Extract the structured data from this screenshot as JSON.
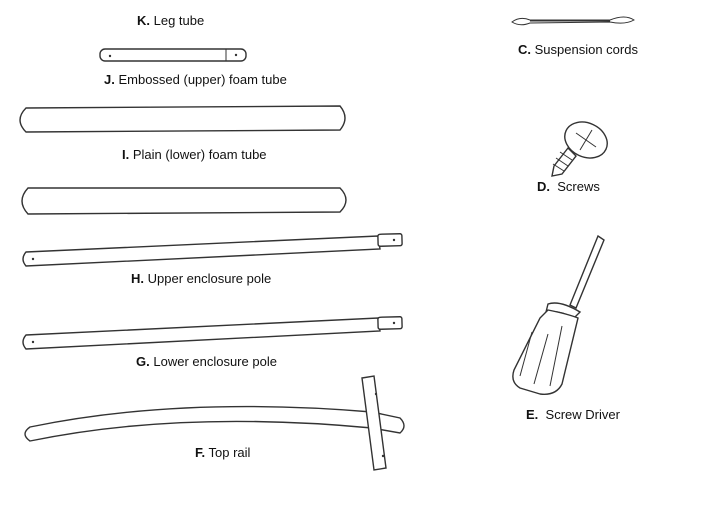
{
  "parts": [
    {
      "id": "K",
      "letter": "K.",
      "name": "Leg tube",
      "sep": " "
    },
    {
      "id": "J",
      "letter": "J.",
      "name": "Embossed (upper) foam tube",
      "sep": " "
    },
    {
      "id": "I",
      "letter": "I.",
      "name": "Plain (lower) foam tube",
      "sep": " "
    },
    {
      "id": "H",
      "letter": "H.",
      "name": "Upper enclosure pole",
      "sep": " "
    },
    {
      "id": "G",
      "letter": "G.",
      "name": "Lower enclosure pole",
      "sep": " "
    },
    {
      "id": "F",
      "letter": "F.",
      "name": "Top rail",
      "sep": " "
    },
    {
      "id": "C",
      "letter": "C.",
      "name": "Suspension cords",
      "sep": " "
    },
    {
      "id": "D",
      "letter": "D.",
      "name": "Screws",
      "sep": "  "
    },
    {
      "id": "E",
      "letter": "E.",
      "name": "Screw Driver",
      "sep": "  "
    }
  ]
}
